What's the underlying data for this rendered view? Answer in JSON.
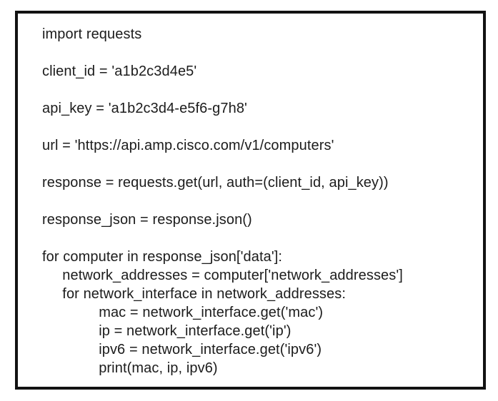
{
  "exhibit": {
    "kind": "code-snippet",
    "language": "python"
  },
  "code": {
    "lines": [
      "import requests",
      "",
      "client_id = 'a1b2c3d4e5'",
      "",
      "api_key = 'a1b2c3d4-e5f6-g7h8'",
      "",
      "url = 'https://api.amp.cisco.com/v1/computers'",
      "",
      "response = requests.get(url, auth=(client_id, api_key))",
      "",
      "response_json = response.json()",
      "",
      "for computer in response_json['data']:",
      "     network_addresses = computer['network_addresses']",
      "     for network_interface in network_addresses:",
      "              mac = network_interface.get('mac')",
      "              ip = network_interface.get('ip')",
      "              ipv6 = network_interface.get('ipv6')",
      "              print(mac, ip, ipv6)"
    ]
  },
  "colors": {
    "border": "#121212",
    "text": "#1c1c1c",
    "background": "#ffffff"
  }
}
